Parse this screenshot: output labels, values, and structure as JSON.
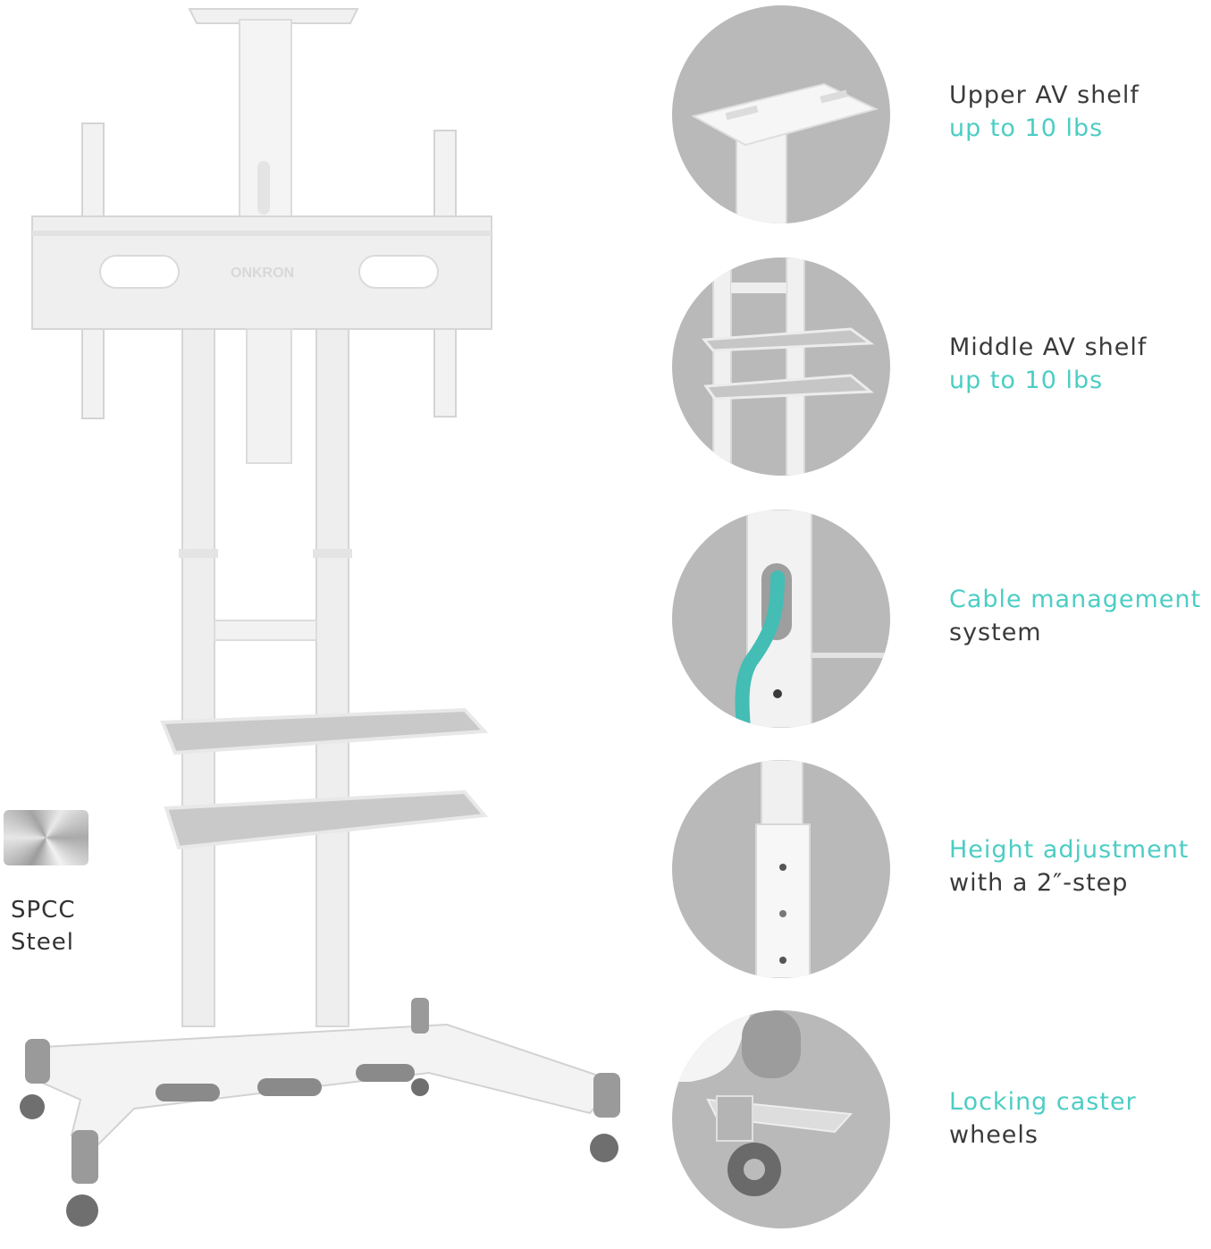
{
  "brand": {
    "logo_text": "ONKRON"
  },
  "material": {
    "label": "SPCC\nSteel"
  },
  "colors": {
    "accent": "#4ccdc4",
    "text": "#3a3a3a",
    "circle_bg": "#b9b9b9"
  },
  "features": [
    {
      "icon": "upper-shelf-icon",
      "line1": "Upper AV shelf",
      "line2": "up to 10 lbs"
    },
    {
      "icon": "middle-shelf-icon",
      "line1": "Middle AV shelf",
      "line2": "up to 10 lbs"
    },
    {
      "icon": "cable-icon",
      "line1": "Cable management",
      "line2": "system"
    },
    {
      "icon": "height-icon",
      "line1": "Height adjustment",
      "line2": "with a 2″-step"
    },
    {
      "icon": "caster-icon",
      "line1": "Locking caster",
      "line2": "wheels"
    }
  ]
}
